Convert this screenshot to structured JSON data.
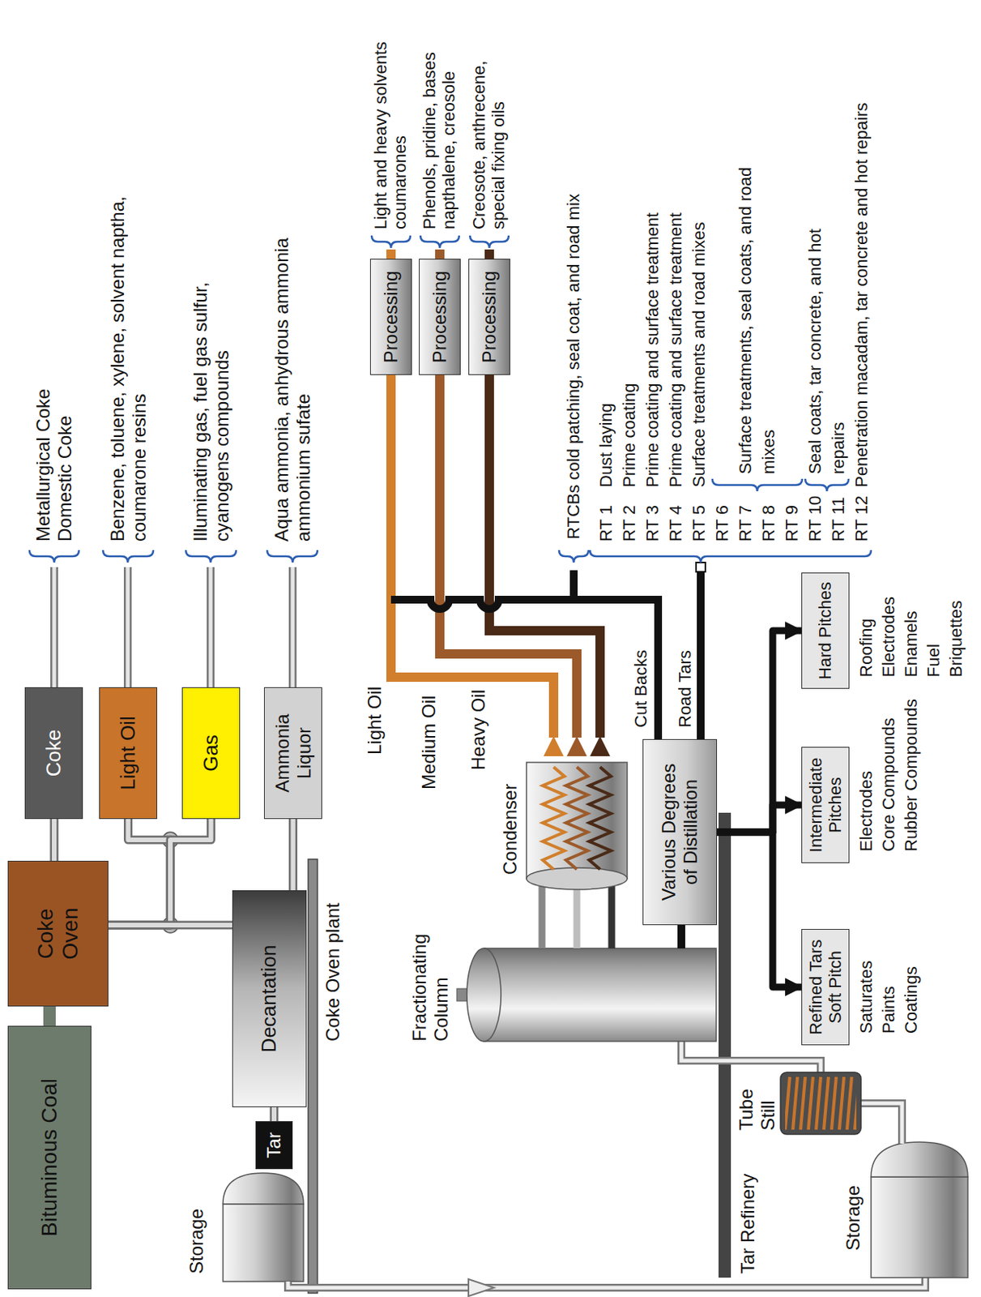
{
  "diagram": {
    "nodes": [
      {
        "text": [
          "Bituminous Coal"
        ]
      },
      {
        "text": [
          "Coke Oven"
        ]
      },
      {
        "text": [
          "Coke"
        ]
      },
      {
        "text": [
          "Light Oil"
        ]
      },
      {
        "text": [
          "Gas"
        ]
      },
      {
        "text": [
          "Ammonia Liquor"
        ]
      },
      {
        "text": [
          "Decantation"
        ]
      },
      {
        "text": [
          "Tar"
        ]
      },
      {
        "text": [
          "Processing"
        ]
      },
      {
        "text": [
          "Processing"
        ]
      },
      {
        "text": [
          "Processing"
        ]
      },
      {
        "text": [
          "Various Degrees of Distillation"
        ]
      },
      {
        "text": [
          "Refined Tars Soft Pitch"
        ]
      },
      {
        "text": [
          "Intermediate Pitches"
        ]
      },
      {
        "text": [
          "Hard Pitches"
        ]
      }
    ],
    "edges": [
      {
        "from": 0,
        "to": 1,
        "arrow": "none"
      },
      {
        "from": 1,
        "to": 2,
        "arrow": "none"
      },
      {
        "from": 1,
        "to": 3,
        "arrow": "none"
      },
      {
        "from": 1,
        "to": 4,
        "arrow": "none"
      },
      {
        "from": 1,
        "to": 6,
        "arrow": "none"
      },
      {
        "from": 6,
        "to": 5,
        "arrow": "none"
      },
      {
        "from": 6,
        "to": 7,
        "arrow": "none"
      },
      {
        "from": 11,
        "to": 12,
        "arrow": "to"
      },
      {
        "from": 11,
        "to": 13,
        "arrow": "to"
      },
      {
        "from": 11,
        "to": 14,
        "arrow": "to"
      }
    ],
    "labels": [
      "Metallurgical Coke Domestic Coke",
      "Benzene, toluene, xylene, solvent naptha, coumarone resins",
      "Illuminating gas, fuel gas sulfur, cyanogens compounds",
      "Aqua ammonia, anhydrous ammonia ammonium sufate",
      "Storage",
      "Coke Oven plant",
      "Fractionating Column",
      "Condenser",
      "Light Oil",
      "Medium Oil",
      "Heavy Oil",
      "Light and heavy solvents coumarones",
      "Phenols, pridine, bases napthalene, creosole",
      "Creosote, anthrecene, special fixing oils",
      "RTCBs cold patching, seal coat, and road mix",
      "Cut Backs",
      "Road Tars",
      "Tar Refinery",
      "Tube Still",
      "Storage",
      "RT 1",
      "Dust laying",
      "RT 2",
      "Prime coating",
      "RT 3",
      "Prime coating and surface treatment",
      "RT 4",
      "Prime coating and surface treatment",
      "RT 5",
      "Surface treatments and road mixes",
      "RT 6",
      "Surface treatments, seal coats, and road mixes",
      "RT 7",
      "RT 8",
      "RT 9",
      "RT 10",
      "Seal coats, tar concrete, and hot repairs",
      "RT 11",
      "RT 12",
      "Penetration macadam, tar concrete and hot repairs",
      "Saturates",
      "Paints",
      "Coatings",
      "Electrodes",
      "Core Compounds",
      "Rubber Compounds",
      "Roofing",
      "Electrodes",
      "Enamels",
      "Fuel",
      "Briquettes"
    ]
  }
}
